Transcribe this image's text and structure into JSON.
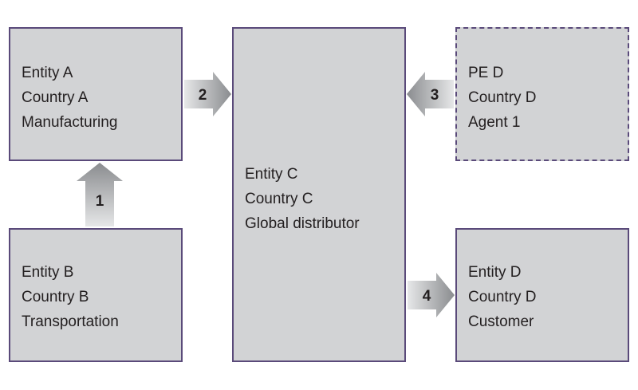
{
  "entities": {
    "a": {
      "lines": [
        "Entity A",
        "Country A",
        "Manufacturing"
      ]
    },
    "b": {
      "lines": [
        "Entity B",
        "Country B",
        "Transportation"
      ]
    },
    "c": {
      "lines": [
        "Entity C",
        "Country C",
        "Global distributor"
      ]
    },
    "ped": {
      "lines": [
        "PE D",
        "Country D",
        "Agent 1"
      ]
    },
    "d": {
      "lines": [
        "Entity D",
        "Country D",
        "Customer"
      ]
    }
  },
  "arrows": {
    "a1": {
      "label": "1"
    },
    "a2": {
      "label": "2"
    },
    "a3": {
      "label": "3"
    },
    "a4": {
      "label": "4"
    }
  },
  "colors": {
    "box_fill": "#d2d3d5",
    "box_border": "#5a4a7a",
    "arrow_fill": "#a7a9ac",
    "text": "#231f20"
  }
}
